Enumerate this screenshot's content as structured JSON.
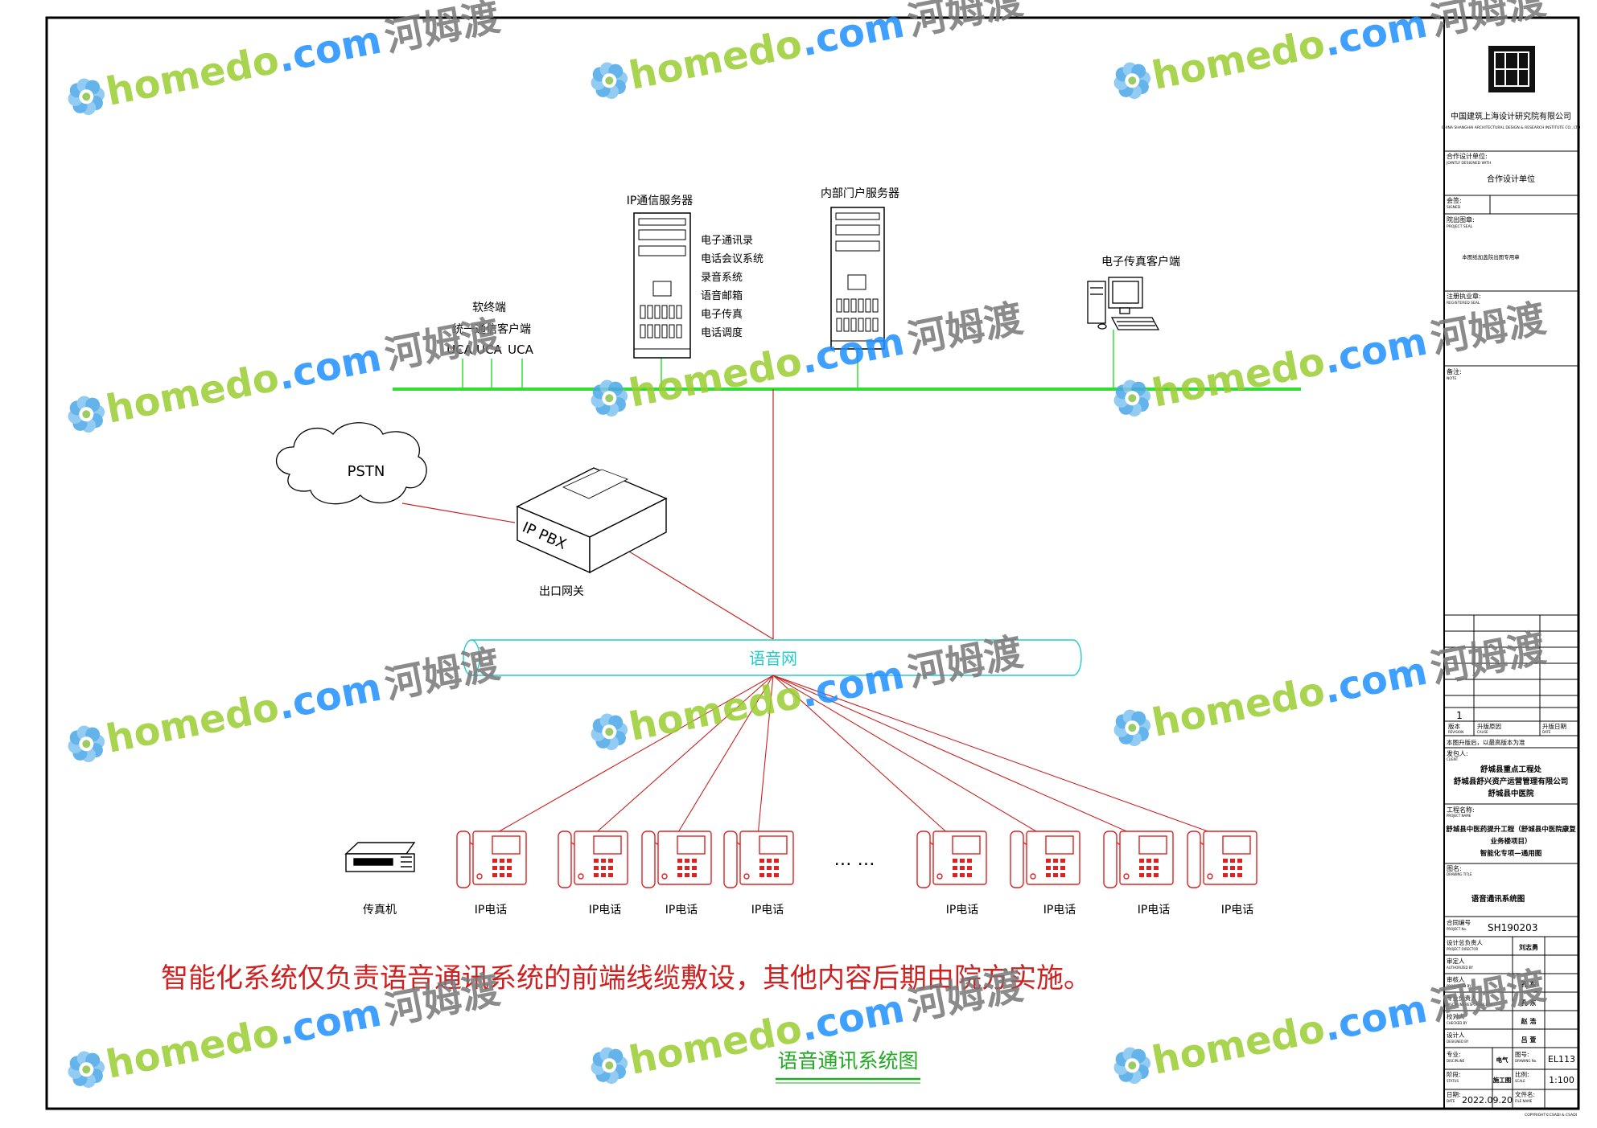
{
  "colors": {
    "frame": "#000000",
    "backbone": "#33dd33",
    "link": "#cc2222",
    "voice_net": "#22cccc",
    "phone": "#dd2222",
    "note_text": "#cc2222",
    "title_text": "#22aa22",
    "watermark_green": "#9acd32",
    "watermark_blue": "#1e90ff",
    "watermark_gray": "#777777"
  },
  "watermark": {
    "brand": "homedo",
    "suffix": ".com",
    "cn": "河姆渡"
  },
  "diagram": {
    "ip_comm_server": {
      "title": "IP通信服务器",
      "functions": [
        "电子通讯录",
        "电话会议系统",
        "录音系统",
        "语音邮箱",
        "电子传真",
        "电话调度"
      ]
    },
    "portal_server": {
      "title": "内部门户服务器"
    },
    "fax_client": {
      "title": "电子传真客户端"
    },
    "soft_terminal": {
      "line1": "软终端",
      "line2": "统一通信客户端",
      "uca": [
        "UCA",
        "UCA",
        "UCA"
      ]
    },
    "pstn": "PSTN",
    "pbx": {
      "label": "IP PBX",
      "caption": "出口网关"
    },
    "voice_net": "语音网",
    "fax_machine": "传真机",
    "phones": [
      "IP电话",
      "IP电话",
      "IP电话",
      "IP电话",
      "IP电话",
      "IP电话",
      "IP电话",
      "IP电话"
    ],
    "ellipsis": "… …",
    "note": "智能化系统仅负责语音通讯系统的前端线缆敷设，其他内容后期由院方实施。",
    "drawing_title": "语音通讯系统图"
  },
  "title_block": {
    "company_cn": "中国建筑上海设计研究院有限公司",
    "company_en": "CHINA SHANGHAI ARCHITECTURAL DESIGN & RESEARCH INSTITUTE CO., LTD",
    "jointly_label": "合作设计单位:",
    "jointly_en": "JOINTLY DESIGNED WITH",
    "jointly_value": "合作设计单位",
    "signed_label": "会签:",
    "signed_en": "SIGNED",
    "project_seal_label": "院出图章:",
    "project_seal_en": "PROJECT SEAL",
    "project_seal_value": "本图纸加盖院出图专用章",
    "registered_seal_label": "注册执业章:",
    "registered_seal_en": "REGISTERED SEAL",
    "note_label": "备注:",
    "note_en": "NOTE",
    "revision_no": "1",
    "revision_label": "版本",
    "revision_en": "REVISION",
    "cause_label": "升版原因",
    "cause_en": "CAUSE",
    "date_label": "升版日期",
    "date_en": "DATE",
    "revision_note": "本图升版后，以最高版本为准",
    "client_label": "发包人:",
    "client_en": "CLIENT",
    "client_lines": [
      "舒城县重点工程处",
      "舒城县舒兴资产运营管理有限公司",
      "舒城县中医院"
    ],
    "project_label": "工程名称:",
    "project_en": "PROJECT NAME",
    "project_lines": [
      "舒城县中医药提升工程（舒城县中医院康复",
      "业务楼项目）",
      "智能化专项—通用图"
    ],
    "drawing_label": "图名:",
    "drawing_en": "DRAWING TITLE",
    "drawing_value": "语音通讯系统图",
    "project_no_label": "合同编号",
    "project_no_en": "PROJECT No.",
    "project_no": "SH190203",
    "roles": [
      {
        "label": "设计总负责人",
        "en": "PROJECT DIRECTOR",
        "name": "刘志勇"
      },
      {
        "label": "审定人",
        "en": "AUTHORIZED BY",
        "name": ""
      },
      {
        "label": "审核人",
        "en": "PROCESSED BY",
        "name": "孔 东"
      },
      {
        "label": "专业负责人",
        "en": "DISCIPLINE RESPONSIBLE BY",
        "name": "孔 东"
      },
      {
        "label": "校对人",
        "en": "CHECKED BY",
        "name": "赵 浩"
      },
      {
        "label": "设计人",
        "en": "DESIGNED BY",
        "name": "吕 萱"
      }
    ],
    "discipline_label": "专业:",
    "discipline_en": "DISCIPLINE",
    "discipline": "电气",
    "drawing_no_label": "图号:",
    "drawing_no_en": "DRAWING No.",
    "drawing_no": "EL113",
    "status_label": "阶段:",
    "status_en": "STATUS",
    "status": "施工图",
    "scale_label": "比例:",
    "scale_en": "SCALE",
    "scale": "1:100",
    "date2_label": "日期:",
    "date2_en": "DATE",
    "date": "2022.09.20",
    "file_label": "文件名:",
    "file_en": "FILE NAME",
    "copyright": "COPYRIGHT©CSADI & CSADI"
  }
}
